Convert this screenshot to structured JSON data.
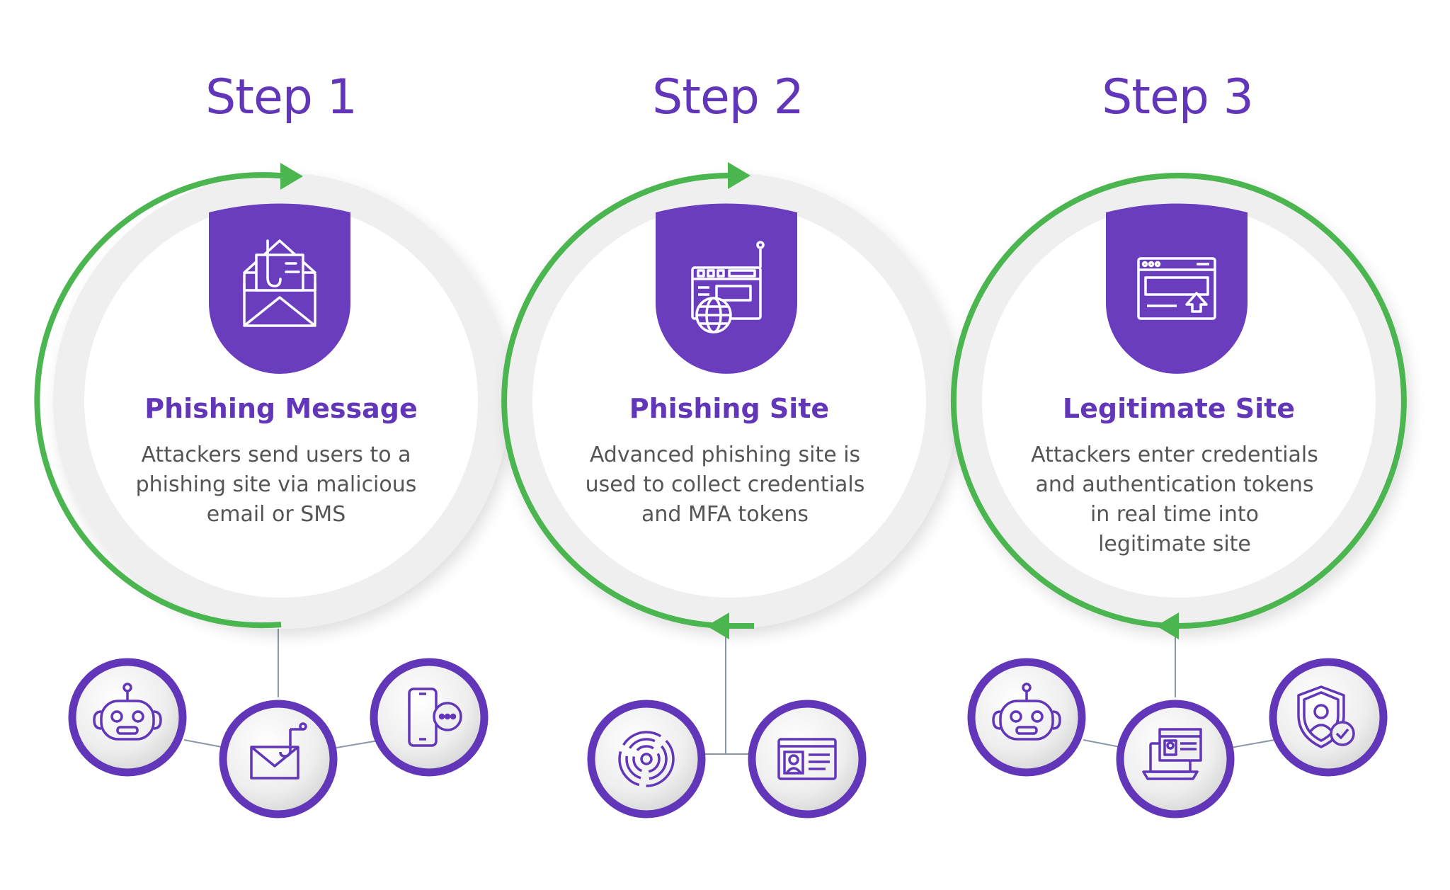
{
  "steps": [
    {
      "step_label": "Step 1",
      "title": "Phishing Message",
      "description_lines": [
        "Attackers send users to a",
        "phishing site via malicious",
        "email or SMS"
      ],
      "main_icon": "phishing-envelope-hook-icon",
      "sub_icons": [
        "robot-icon",
        "email-hook-icon",
        "smartphone-chat-icon"
      ]
    },
    {
      "step_label": "Step 2",
      "title": "Phishing Site",
      "description_lines": [
        "Advanced phishing site is",
        "used to collect credentials",
        "and MFA tokens"
      ],
      "main_icon": "fake-website-globe-icon",
      "sub_icons": [
        "fingerprint-icon",
        "id-card-icon"
      ]
    },
    {
      "step_label": "Step 3",
      "title": "Legitimate Site",
      "description_lines": [
        "Attackers enter credentials",
        "and authentication tokens",
        "in real time into",
        "legitimate site"
      ],
      "main_icon": "browser-upload-icon",
      "sub_icons": [
        "robot-icon",
        "laptop-profile-icon",
        "shield-user-check-icon"
      ]
    }
  ],
  "colors": {
    "accent_purple": "#6236b8",
    "badge_purple": "#6a3dbf",
    "arrow_green": "#4bb54f",
    "ring_gray": "#efefef",
    "text_gray": "#555555",
    "connector_gray": "#8a97a8"
  }
}
